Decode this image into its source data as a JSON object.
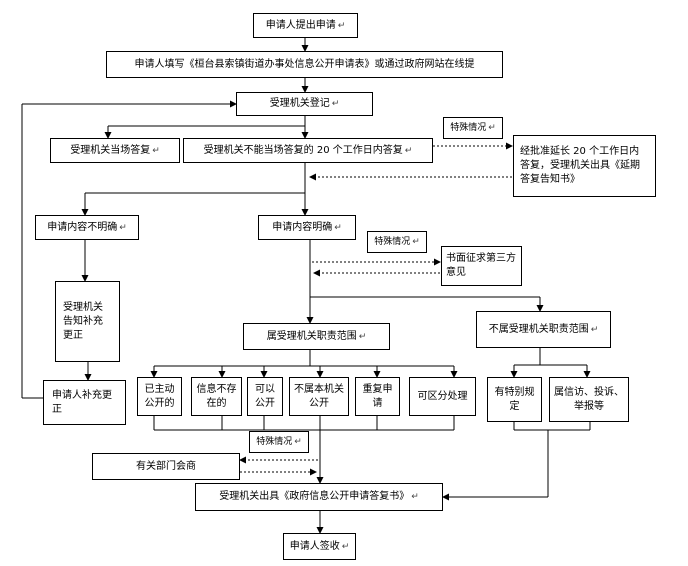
{
  "flow": {
    "start": "申请人提出申请",
    "fill_form": "申请人填写《桓台县索镇街道办事处信息公开申请表》或通过政府网站在线提",
    "register": "受理机关登记",
    "reply_on_spot": "受理机关当场答复",
    "reply_20_days": "受理机关不能当场答复的 20 个工作日内答复",
    "special_1": "特殊情况",
    "extend": "经批准延长 20 个工作日内答复，受理机关出具《延期答复告知书》",
    "unclear": "申请内容不明确",
    "clear": "申请内容明确",
    "special_2": "特殊情况",
    "third_party": "书面征求第三方意见",
    "notify_supplement": "受理机关告知补充更正",
    "in_scope": "属受理机关职责范围",
    "out_scope": "不属受理机关职责范围",
    "opt_published": "已主动公开的",
    "opt_not_exist": "信息不存在的",
    "opt_can_publish": "可以公开",
    "opt_not_public": "不属本机关公开",
    "opt_repeat": "重复申请",
    "opt_partial": "可区分处理",
    "opt_special_rule": "有特别规定",
    "opt_petition": "属信访、投诉、举报等",
    "supplement": "申请人补充更正",
    "special_3": "特殊情况",
    "consult": "有关部门会商",
    "issue_reply": "受理机关出具《政府信息公开申请答复书》",
    "sign": "申请人签收",
    "para_mark": "↵"
  }
}
